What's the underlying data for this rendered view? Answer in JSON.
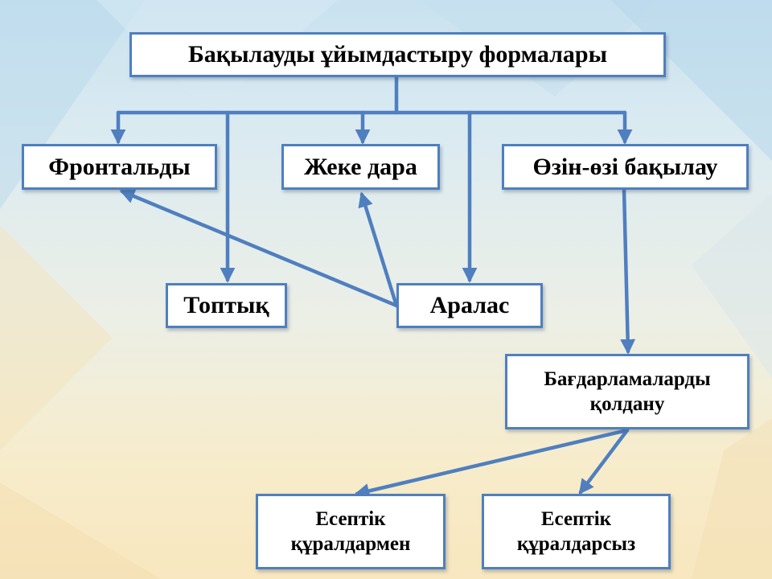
{
  "boxes": {
    "root": "Бақылауды ұйымдастыру формалары",
    "frontal": "Фронтальды",
    "individual": "Жеке дара",
    "self_control": "Өзін-өзі бақылау",
    "group": "Топтық",
    "mixed": "Аралас",
    "programs": "Бағдарламаларды\nқолдану",
    "with_tools": "Есептік\nқұралдармен",
    "without_tools": "Есептік\nқұралдарсыз"
  },
  "colors": {
    "box_border": "#4f7fbf",
    "connector": "#4f7fbf",
    "box_fill": "#ffffff",
    "text": "#000000"
  }
}
